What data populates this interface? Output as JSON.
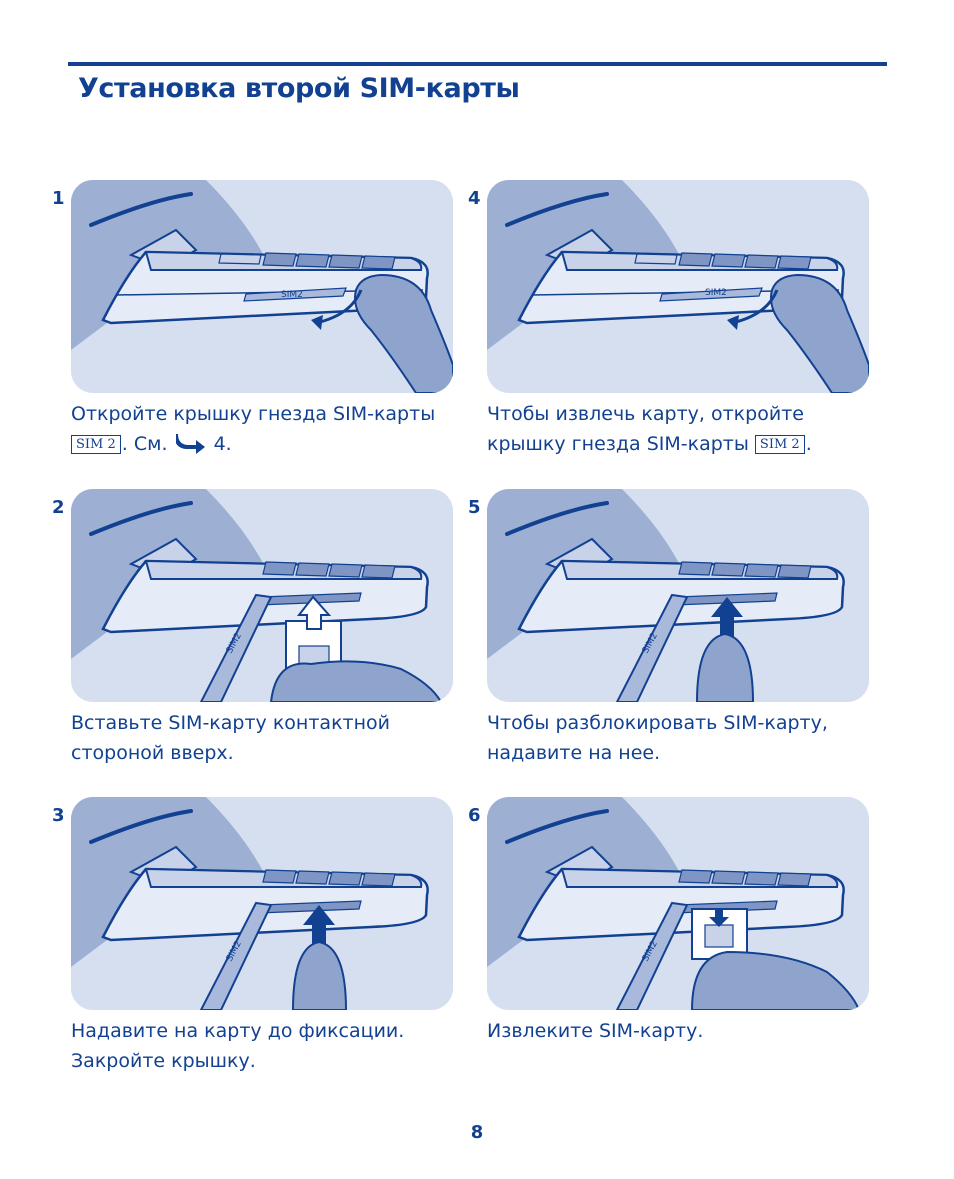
{
  "title": "Установка второй SIM-карты",
  "page_number": "8",
  "colors": {
    "brand": "#124191",
    "panel_bg": "#d6dff0",
    "hand": "#8fa4cc"
  },
  "sim_label": "SIM 2",
  "phone_label": "SIM2",
  "steps": [
    {
      "num": "1",
      "caption_line1": "Откройте крышку гнезда SIM-карты",
      "caption_line2_pre": ". См.",
      "caption_line2_post": "4."
    },
    {
      "num": "2",
      "caption_line1": "Вставьте SIM-карту контактной",
      "caption_line2": "стороной вверх."
    },
    {
      "num": "3",
      "caption_line1": "Надавите на карту до фиксации.",
      "caption_line2": "Закройте крышку."
    },
    {
      "num": "4",
      "caption_line1": "Чтобы извлечь карту, откройте",
      "caption_line2_pre": "крышку гнезда SIM-карты",
      "caption_line2_post": "."
    },
    {
      "num": "5",
      "caption_line1": "Чтобы разблокировать SIM-карту,",
      "caption_line2": "надавите на нее."
    },
    {
      "num": "6",
      "caption_line1": "Извлеките SIM-карту.",
      "caption_line2": ""
    }
  ]
}
